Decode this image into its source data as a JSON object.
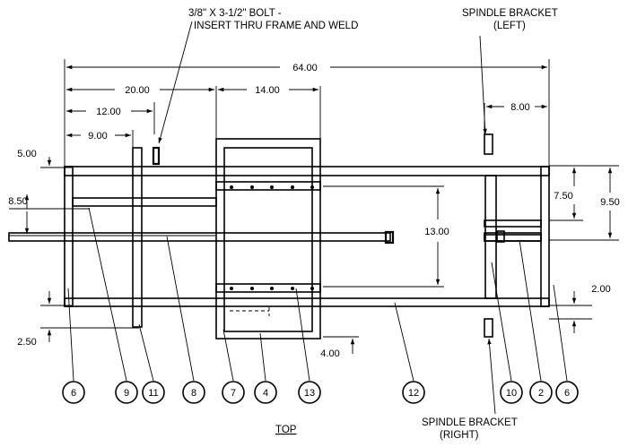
{
  "annotations": {
    "bolt_note_line1": "3/8\" X 3-1/2\" BOLT -",
    "bolt_note_line2": "INSERT THRU FRAME AND WELD",
    "spindle_left_line1": "SPINDLE BRACKET",
    "spindle_left_line2": "(LEFT)",
    "spindle_right_line1": "SPINDLE BRACKET",
    "spindle_right_line2": "(RIGHT)",
    "view_label": "TOP"
  },
  "dimensions": {
    "overall": "64.00",
    "d20": "20.00",
    "d14": "14.00",
    "d12": "12.00",
    "d9": "9.00",
    "d8": "8.00",
    "d5": "5.00",
    "d850": "8.50",
    "d13": "13.00",
    "d750": "7.50",
    "d950": "9.50",
    "d2": "2.00",
    "d250": "2.50",
    "d4": "4.00"
  },
  "part_callouts": [
    "6",
    "9",
    "11",
    "8",
    "7",
    "4",
    "13",
    "12",
    "10",
    "2",
    "6"
  ]
}
